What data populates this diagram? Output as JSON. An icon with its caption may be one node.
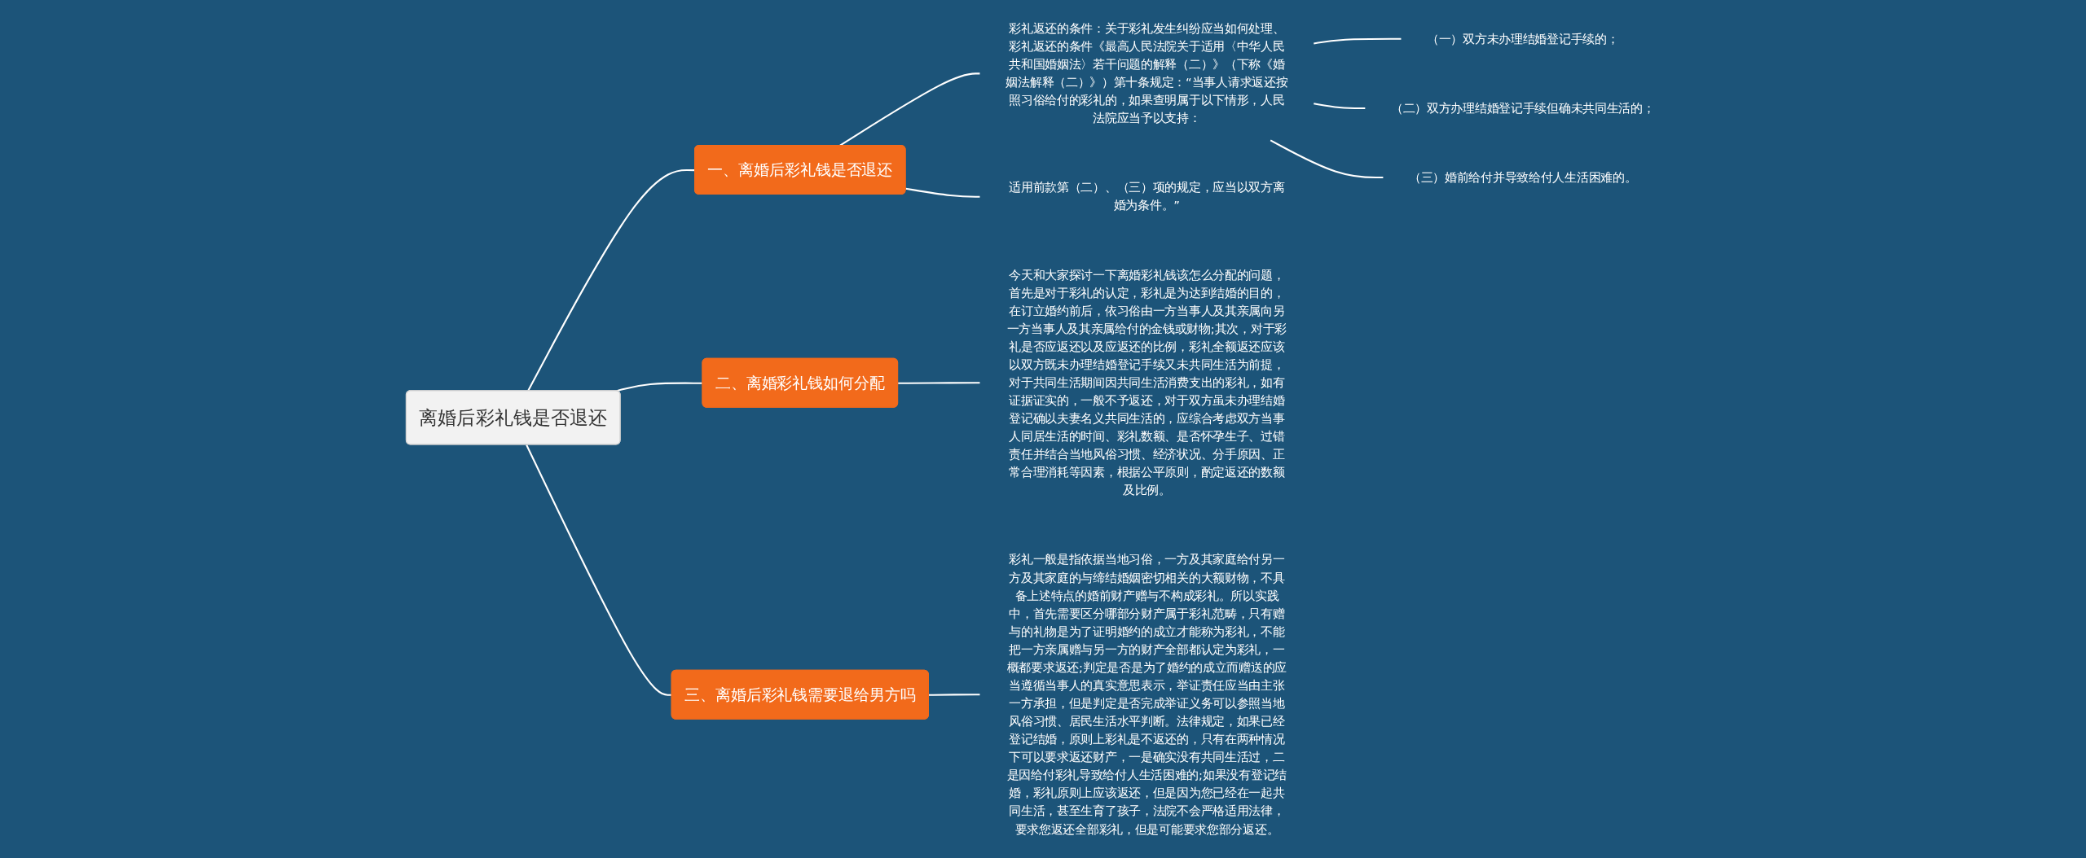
{
  "diagram": {
    "nodes": [
      {
        "text": [
          "离婚后彩礼钱是否退还"
        ]
      },
      {
        "text": [
          "一、离婚后彩礼钱是否退还"
        ]
      },
      {
        "text": [
          "彩礼返还的条件：关于彩礼发生纠纷应当如何处理、彩礼返还的条件《最高人民法院关于适用〈中华人民共和国婚姻法〉若干问题的解释（二）》（下称《婚姻法解释（二）》）第十条规定：“当事人请求返还按照习俗给付的彩礼的，如果查明属于以下情形，人民法院应当予以支持："
        ]
      },
      {
        "text": [
          "（一）双方未办理结婚登记手续的；"
        ]
      },
      {
        "text": [
          "（二）双方办理结婚登记手续但确未共同生活的；"
        ]
      },
      {
        "text": [
          "（三）婚前给付并导致给付人生活困难的。"
        ]
      },
      {
        "text": [
          "适用前款第（二）、（三）项的规定，应当以双方离婚为条件。”"
        ]
      },
      {
        "text": [
          "二、离婚彩礼钱如何分配"
        ]
      },
      {
        "text": [
          "今天和大家探讨一下离婚彩礼钱该怎么分配的问题，首先是对于彩礼的认定，彩礼是为达到结婚的目的，在订立婚约前后，依习俗由一方当事人及其亲属向另一方当事人及其亲属给付的金钱或财物;其次，对于彩礼是否应返还以及应返还的比例，彩礼全额返还应该以双方既未办理结婚登记手续又未共同生活为前提，对于共同生活期间因共同生活消费支出的彩礼，如有证据证实的，一般不予返还，对于双方虽未办理结婚登记确以夫妻名义共同生活的，应综合考虑双方当事人同居生活的时间、彩礼数额、是否怀孕生子、过错责任并结合当地风俗习惯、经济状况、分手原因、正常合理消耗等因素，根据公平原则，酌定返还的数额及比例。"
        ]
      },
      {
        "text": [
          "三、离婚后彩礼钱需要退给男方吗"
        ]
      },
      {
        "text": [
          "彩礼一般是指依据当地习俗，一方及其家庭给付另一方及其家庭的与缔结婚姻密切相关的大额财物，不具备上述特点的婚前财产赠与不构成彩礼。所以实践中，首先需要区分哪部分财产属于彩礼范畴，只有赠与的礼物是为了证明婚约的成立才能称为彩礼，不能把一方亲属赠与另一方的财产全部都认定为彩礼，一概都要求返还;判定是否是为了婚约的成立而赠送的应当遵循当事人的真实意思表示，举证责任应当由主张一方承担，但是判定是否完成举证义务可以参照当地风俗习惯、居民生活水平判断。法律规定，如果已经登记结婚，原则上彩礼是不返还的，只有在两种情况下可以要求返还财产，一是确实没有共同生活过，二是因给付彩礼导致给付人生活困难的;如果没有登记结婚，彩礼原则上应该返还，但是因为您已经在一起共同生活，甚至生育了孩子，法院不会严格适用法律，要求您返还全部彩礼，但是可能要求您部分返还。"
        ]
      }
    ],
    "edges": [
      {
        "from": 0,
        "to": 1,
        "arrow": "none"
      },
      {
        "from": 1,
        "to": 2,
        "arrow": "none"
      },
      {
        "from": 2,
        "to": 3,
        "arrow": "none"
      },
      {
        "from": 2,
        "to": 4,
        "arrow": "none"
      },
      {
        "from": 2,
        "to": 5,
        "arrow": "none"
      },
      {
        "from": 1,
        "to": 6,
        "arrow": "none"
      },
      {
        "from": 0,
        "to": 7,
        "arrow": "none"
      },
      {
        "from": 7,
        "to": 8,
        "arrow": "none"
      },
      {
        "from": 0,
        "to": 9,
        "arrow": "none"
      },
      {
        "from": 9,
        "to": 10,
        "arrow": "none"
      }
    ]
  }
}
